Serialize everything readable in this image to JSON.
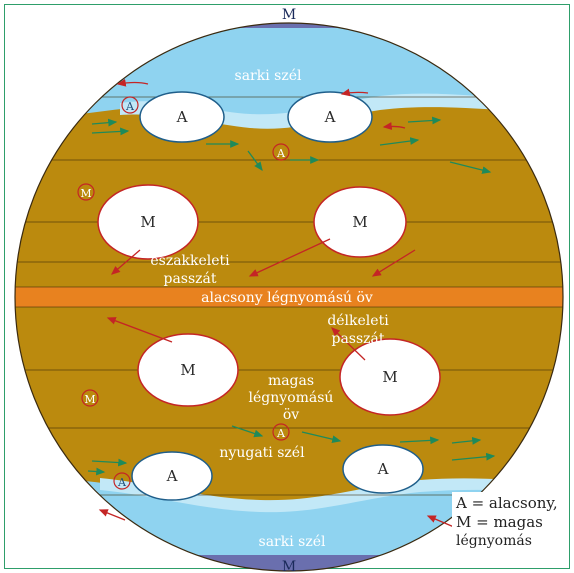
{
  "labels": {
    "pole_top": "M",
    "pole_bottom": "M",
    "polar_wind_north": "sarki szél",
    "polar_wind_south": "sarki szél",
    "low_cell": "A",
    "high_cell": "M",
    "ne_trade_1": "északkeleti",
    "ne_trade_2": "passzát",
    "low_belt": "alacsony légnyomású öv",
    "se_trade_1": "délkeleti",
    "se_trade_2": "passzát",
    "high_belt_1": "magas",
    "high_belt_2": "légnyomású",
    "high_belt_3": "öv",
    "westerlies": "nyugati szél"
  },
  "legend": {
    "line1": "A = alacsony,",
    "line2": "M = magas",
    "line3": "légnyomás"
  },
  "colors": {
    "polar": "#8fd3f0",
    "temperate": "#bb8a0e",
    "equator": "#e8821f",
    "pole_cap": "#6a6fae",
    "arrow_red": "#c42525",
    "arrow_green": "#1f8a5a"
  }
}
